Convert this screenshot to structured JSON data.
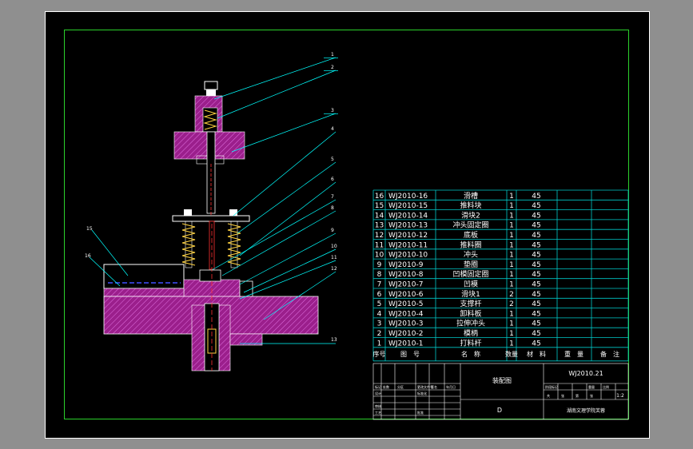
{
  "drawing": {
    "callouts": [
      "1",
      "2",
      "3",
      "4",
      "5",
      "6",
      "7",
      "8",
      "9",
      "10",
      "11",
      "12",
      "13",
      "15",
      "16"
    ]
  },
  "bom": {
    "rows": [
      {
        "no": "16",
        "code": "WJ2010-16",
        "name": "滑槽",
        "qty": "1",
        "material": "45"
      },
      {
        "no": "15",
        "code": "WJ2010-15",
        "name": "推料块",
        "qty": "1",
        "material": "45"
      },
      {
        "no": "14",
        "code": "WJ2010-14",
        "name": "滑块2",
        "qty": "1",
        "material": "45"
      },
      {
        "no": "13",
        "code": "WJ2010-13",
        "name": "冲头固定圈",
        "qty": "1",
        "material": "45"
      },
      {
        "no": "12",
        "code": "WJ2010-12",
        "name": "底板",
        "qty": "1",
        "material": "45"
      },
      {
        "no": "11",
        "code": "WJ2010-11",
        "name": "推料圈",
        "qty": "1",
        "material": "45"
      },
      {
        "no": "10",
        "code": "WJ2010-10",
        "name": "冲头",
        "qty": "1",
        "material": "45"
      },
      {
        "no": "9",
        "code": "WJ2010-9",
        "name": "垫圈",
        "qty": "1",
        "material": "45"
      },
      {
        "no": "8",
        "code": "WJ2010-8",
        "name": "凹模固定圈",
        "qty": "1",
        "material": "45"
      },
      {
        "no": "7",
        "code": "WJ2010-7",
        "name": "凹模",
        "qty": "1",
        "material": "45"
      },
      {
        "no": "6",
        "code": "WJ2010-6",
        "name": "滑块1",
        "qty": "2",
        "material": "45"
      },
      {
        "no": "5",
        "code": "WJ2010-5",
        "name": "支撑杆",
        "qty": "2",
        "material": "45"
      },
      {
        "no": "4",
        "code": "WJ2010-4",
        "name": "卸料板",
        "qty": "1",
        "material": "45"
      },
      {
        "no": "3",
        "code": "WJ2010-3",
        "name": "拉伸冲头",
        "qty": "1",
        "material": "45"
      },
      {
        "no": "2",
        "code": "WJ2010-2",
        "name": "模柄",
        "qty": "1",
        "material": "45"
      },
      {
        "no": "1",
        "code": "WJ2010-1",
        "name": "打料杆",
        "qty": "1",
        "material": "45"
      }
    ],
    "header": {
      "no": "序号",
      "code": "图　号",
      "name": "名　称",
      "qty": "数量",
      "material": "材　料",
      "weight": "重　量",
      "remark": "备　注"
    }
  },
  "title_block": {
    "drawing_name": "装配图",
    "drawing_no": "WJ2010.21",
    "school": "湖南文理学院芙蓉",
    "sheet_mark": "D",
    "scale": "1:2",
    "small_labels": [
      "标记",
      "处数",
      "分区",
      "更改文件号",
      "签名",
      "年月日",
      "设计",
      "标准化",
      "阶段标记",
      "重量",
      "比例",
      "审核",
      "工艺",
      "批准",
      "共",
      "张",
      "第",
      "张"
    ]
  },
  "colors": {
    "background": "#000000",
    "frame": "#2bd12b",
    "table": "#00c8c8",
    "section": "#9b1f8c",
    "leader": "#00ffff"
  }
}
